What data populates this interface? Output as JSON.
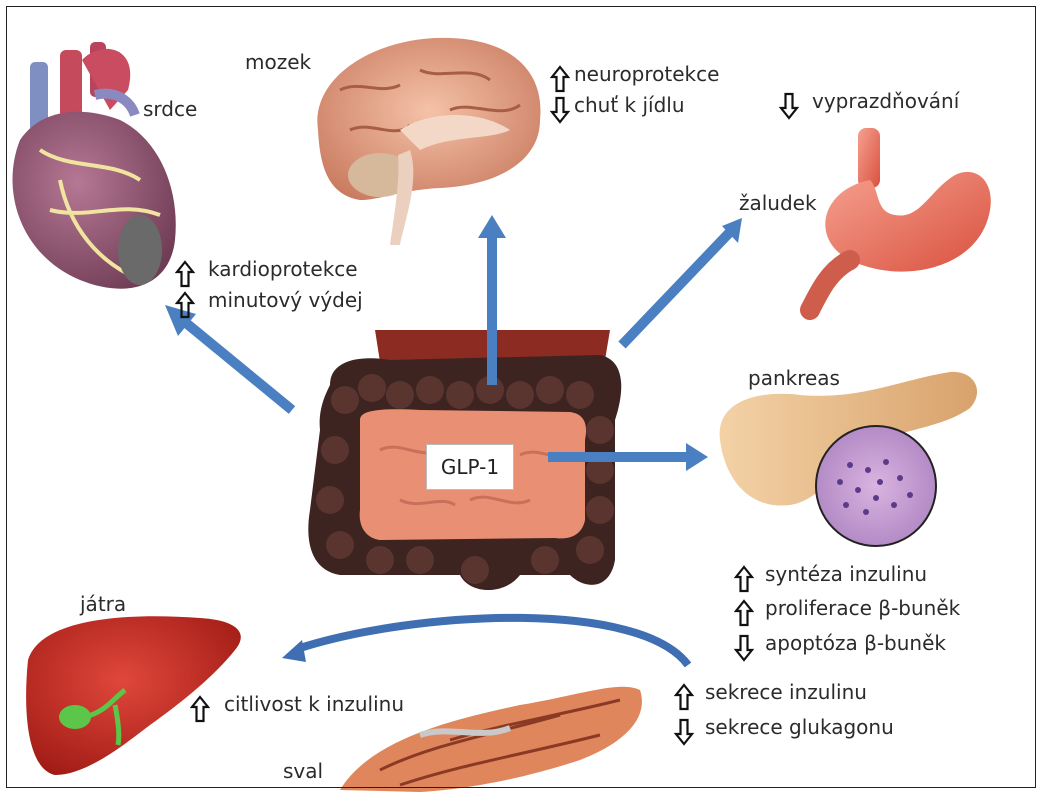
{
  "central": {
    "label": "GLP-1"
  },
  "organs": {
    "heart": {
      "name": "srdce",
      "effects": [
        {
          "dir": "up",
          "text": "kardioprotekce"
        },
        {
          "dir": "up",
          "text": "minutový výdej"
        }
      ]
    },
    "brain": {
      "name": "mozek",
      "effects": [
        {
          "dir": "up",
          "text": "neuroprotekce"
        },
        {
          "dir": "down",
          "text": "chuť k jídlu"
        }
      ]
    },
    "stomach": {
      "name": "žaludek",
      "effects": [
        {
          "dir": "down",
          "text": "vyprazdňování"
        }
      ]
    },
    "pancreas": {
      "name": "pankreas",
      "effects": [
        {
          "dir": "up",
          "text": "syntéza inzulinu"
        },
        {
          "dir": "up",
          "text": "proliferace β-buněk"
        },
        {
          "dir": "down",
          "text": "apoptóza β-buněk"
        },
        {
          "dir": "up",
          "text": "sekrece inzulinu"
        },
        {
          "dir": "down",
          "text": "sekrece glukagonu"
        }
      ]
    },
    "liver": {
      "name": "játra",
      "effects": [
        {
          "dir": "up",
          "text": "citlivost k inzulinu"
        }
      ]
    },
    "muscle": {
      "name": "sval"
    }
  },
  "colors": {
    "arrow": "#4a7fc1",
    "curved_arrow": "#3f6fb2",
    "intestine_dark": "#3d2420",
    "intestine_light": "#e88f74",
    "heart": "#9a5a78",
    "brain": "#e8a489",
    "stomach": "#ef7f6b",
    "pancreas": "#f2c99a",
    "liver": "#c8281f",
    "muscle": "#e0865c"
  }
}
